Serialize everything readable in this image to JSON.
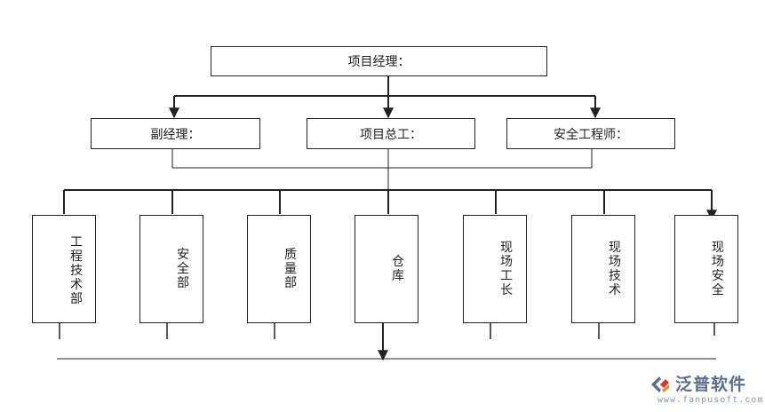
{
  "top": {
    "label": "项目经理："
  },
  "middle": [
    {
      "label": "副经理："
    },
    {
      "label": "项目总工："
    },
    {
      "label": "安全工程师："
    }
  ],
  "departments": [
    {
      "label": "工程技术部"
    },
    {
      "label": "安全部"
    },
    {
      "label": "质量部"
    },
    {
      "label": "仓库"
    },
    {
      "label": "现场工长"
    },
    {
      "label": "现场技术"
    },
    {
      "label": "现场安全"
    }
  ],
  "logo": {
    "name": "泛普软件",
    "url": "www.fanpusoft.com"
  },
  "colors": {
    "line": "#222222",
    "logo_text": "#5a6f8c",
    "logo_red": "#d9352b"
  }
}
